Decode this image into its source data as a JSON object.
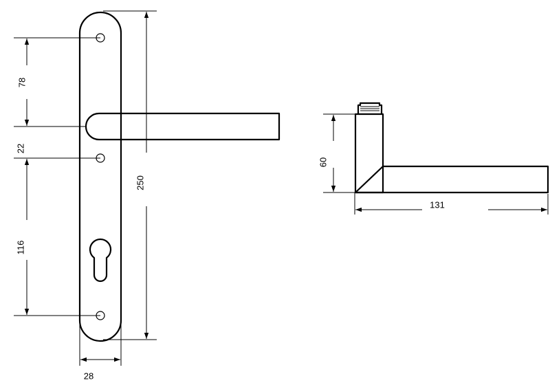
{
  "dimensions": {
    "upper_spacing": "78",
    "gap": "22",
    "lower_spacing": "116",
    "plate_height": "250",
    "plate_width": "28",
    "lever_depth": "60",
    "lever_length": "131"
  }
}
